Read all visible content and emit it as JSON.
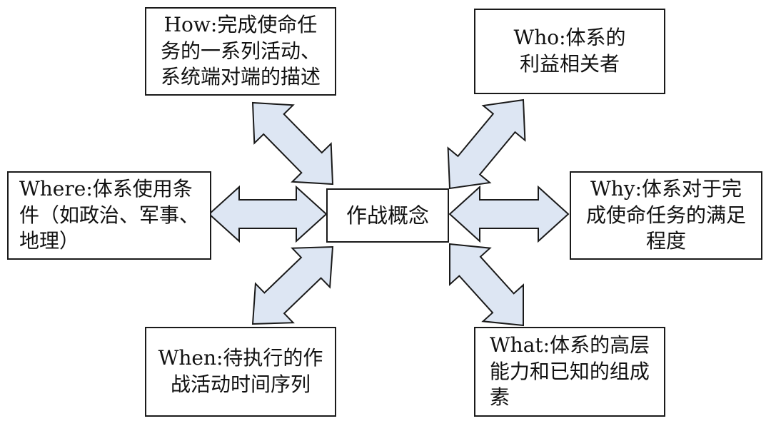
{
  "diagram": {
    "center": {
      "label": "作战概念"
    },
    "nodes": {
      "how": {
        "label": "How:完成使命任\n务的一系列活动、\n系统端对端的描述"
      },
      "who": {
        "label": "Who:体系的\n利益相关者"
      },
      "where": {
        "label": "Where:体系使用条\n件（如政治、军事、\n地理）"
      },
      "why": {
        "label": "Why:体系对于完\n成使命任务的满足\n程度"
      },
      "when": {
        "label": "When:待执行的作\n战活动时间序列"
      },
      "what": {
        "label": "What:体系的高层\n能力和已知的组成\n素"
      }
    },
    "arrow_fill": "#dde6f3",
    "arrow_stroke": "#1a1a1a"
  }
}
